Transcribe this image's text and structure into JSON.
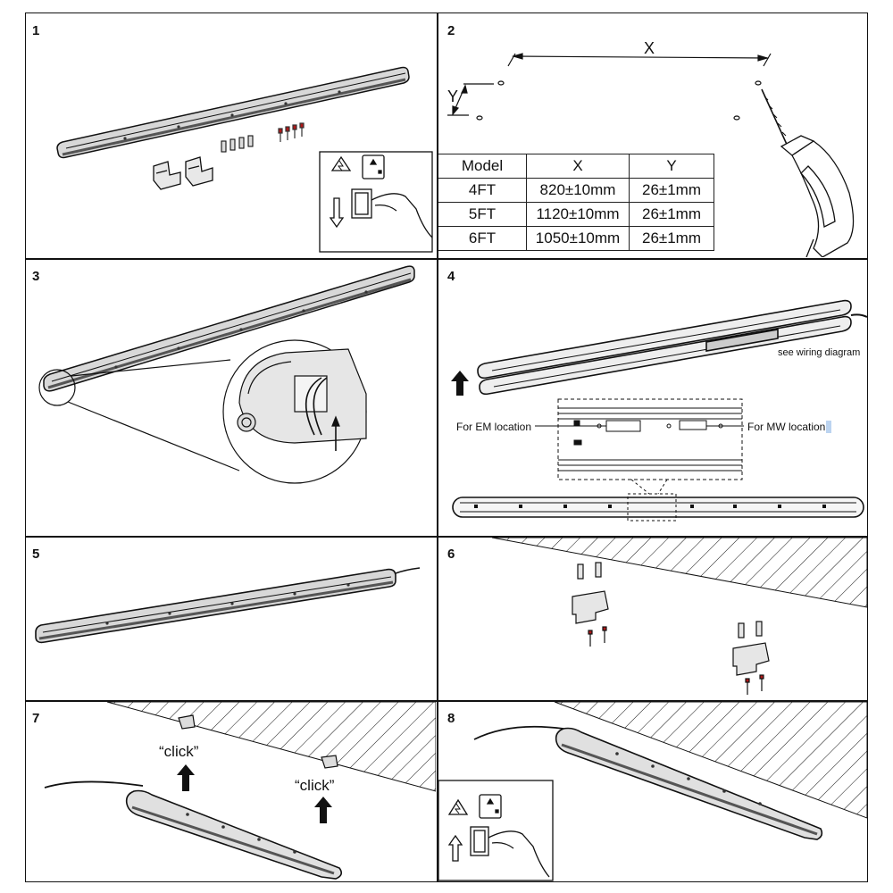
{
  "steps": [
    {
      "number": "1"
    },
    {
      "number": "2"
    },
    {
      "number": "3"
    },
    {
      "number": "4"
    },
    {
      "number": "5"
    },
    {
      "number": "6"
    },
    {
      "number": "7"
    },
    {
      "number": "8"
    }
  ],
  "step2": {
    "x_label": "X",
    "y_label": "Y",
    "table": {
      "headers": [
        "Model",
        "X",
        "Y"
      ],
      "rows": [
        [
          "4FT",
          "820±10mm",
          "26±1mm"
        ],
        [
          "5FT",
          "1120±10mm",
          "26±1mm"
        ],
        [
          "6FT",
          "1050±10mm",
          "26±1mm"
        ]
      ]
    }
  },
  "step4": {
    "wiring_note": "see wiring diagram",
    "em_label": "For EM location",
    "mw_label": "For MW location"
  },
  "step7": {
    "click_1": "“click”",
    "click_2": "“click”"
  },
  "colors": {
    "line": "#111111",
    "body_fill": "#dcdcdc",
    "cover_fill": "#f2f2f2",
    "screw_red": "#b01818",
    "highlight": "#bcd4f0"
  }
}
